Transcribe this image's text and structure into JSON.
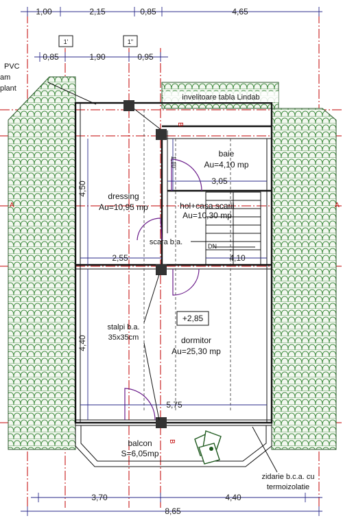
{
  "dimensions": {
    "top_row": [
      "1,00",
      "2,15",
      "0,85",
      "4,65"
    ],
    "second_row": [
      "0,85",
      "1,90",
      "0,95"
    ],
    "interior_vertical": [
      "4,50",
      "4,40",
      "1,10"
    ],
    "interior_horizontal": [
      "3,05",
      "2,55",
      "4,10",
      "5,75"
    ],
    "bottom_row": [
      "3,70",
      "4,40"
    ],
    "total": "8,65"
  },
  "axis_tags": [
    "1'",
    "1\""
  ],
  "section_labels": [
    "A",
    "A",
    "B",
    "B"
  ],
  "left_notes": [
    "PVC",
    "am",
    "plant"
  ],
  "roof_label": "invelitoare tabla Lindab",
  "rooms": [
    {
      "name": "dressing",
      "area": "Au=10,95 mp"
    },
    {
      "name": "baie",
      "area": "Au=4,10 mp"
    },
    {
      "name": "hol+casa scarii",
      "area": "Au=10,30 mp"
    },
    {
      "name": "dormitor",
      "area": "Au=25,30 mp"
    },
    {
      "name": "balcon",
      "area": "S=6,05mp"
    }
  ],
  "annotations": {
    "stair": "scara b.a.",
    "stair_dir": "DN",
    "columns": [
      "stalpi b.a.",
      "35x35cm"
    ],
    "level": "+2,85",
    "wall_note": [
      "zidarie b.c.a. cu",
      "termoizolatie"
    ]
  },
  "colors": {
    "tile_green": "#3f8a3f",
    "axis_red": "#c00000",
    "door_purple": "#6a1b8a",
    "dimension_blue": "#2a2a8a"
  }
}
